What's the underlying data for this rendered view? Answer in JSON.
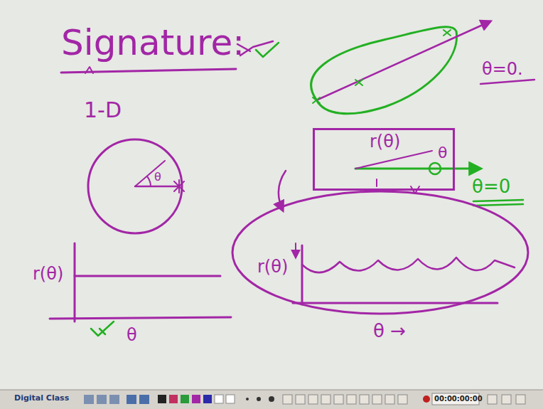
{
  "diagram": {
    "title": "Signature:",
    "nodes": [
      {
        "text": [
          "θ"
        ]
      },
      {
        "text": [
          "r(θ)",
          "θ"
        ]
      },
      {
        "text": [
          "r(θ)",
          "θ →"
        ]
      }
    ],
    "labels": [
      "1-D",
      "r(θ)",
      "θ",
      "θ=0.",
      "θ=0",
      "Digital Class",
      "00:00:00:00"
    ]
  }
}
